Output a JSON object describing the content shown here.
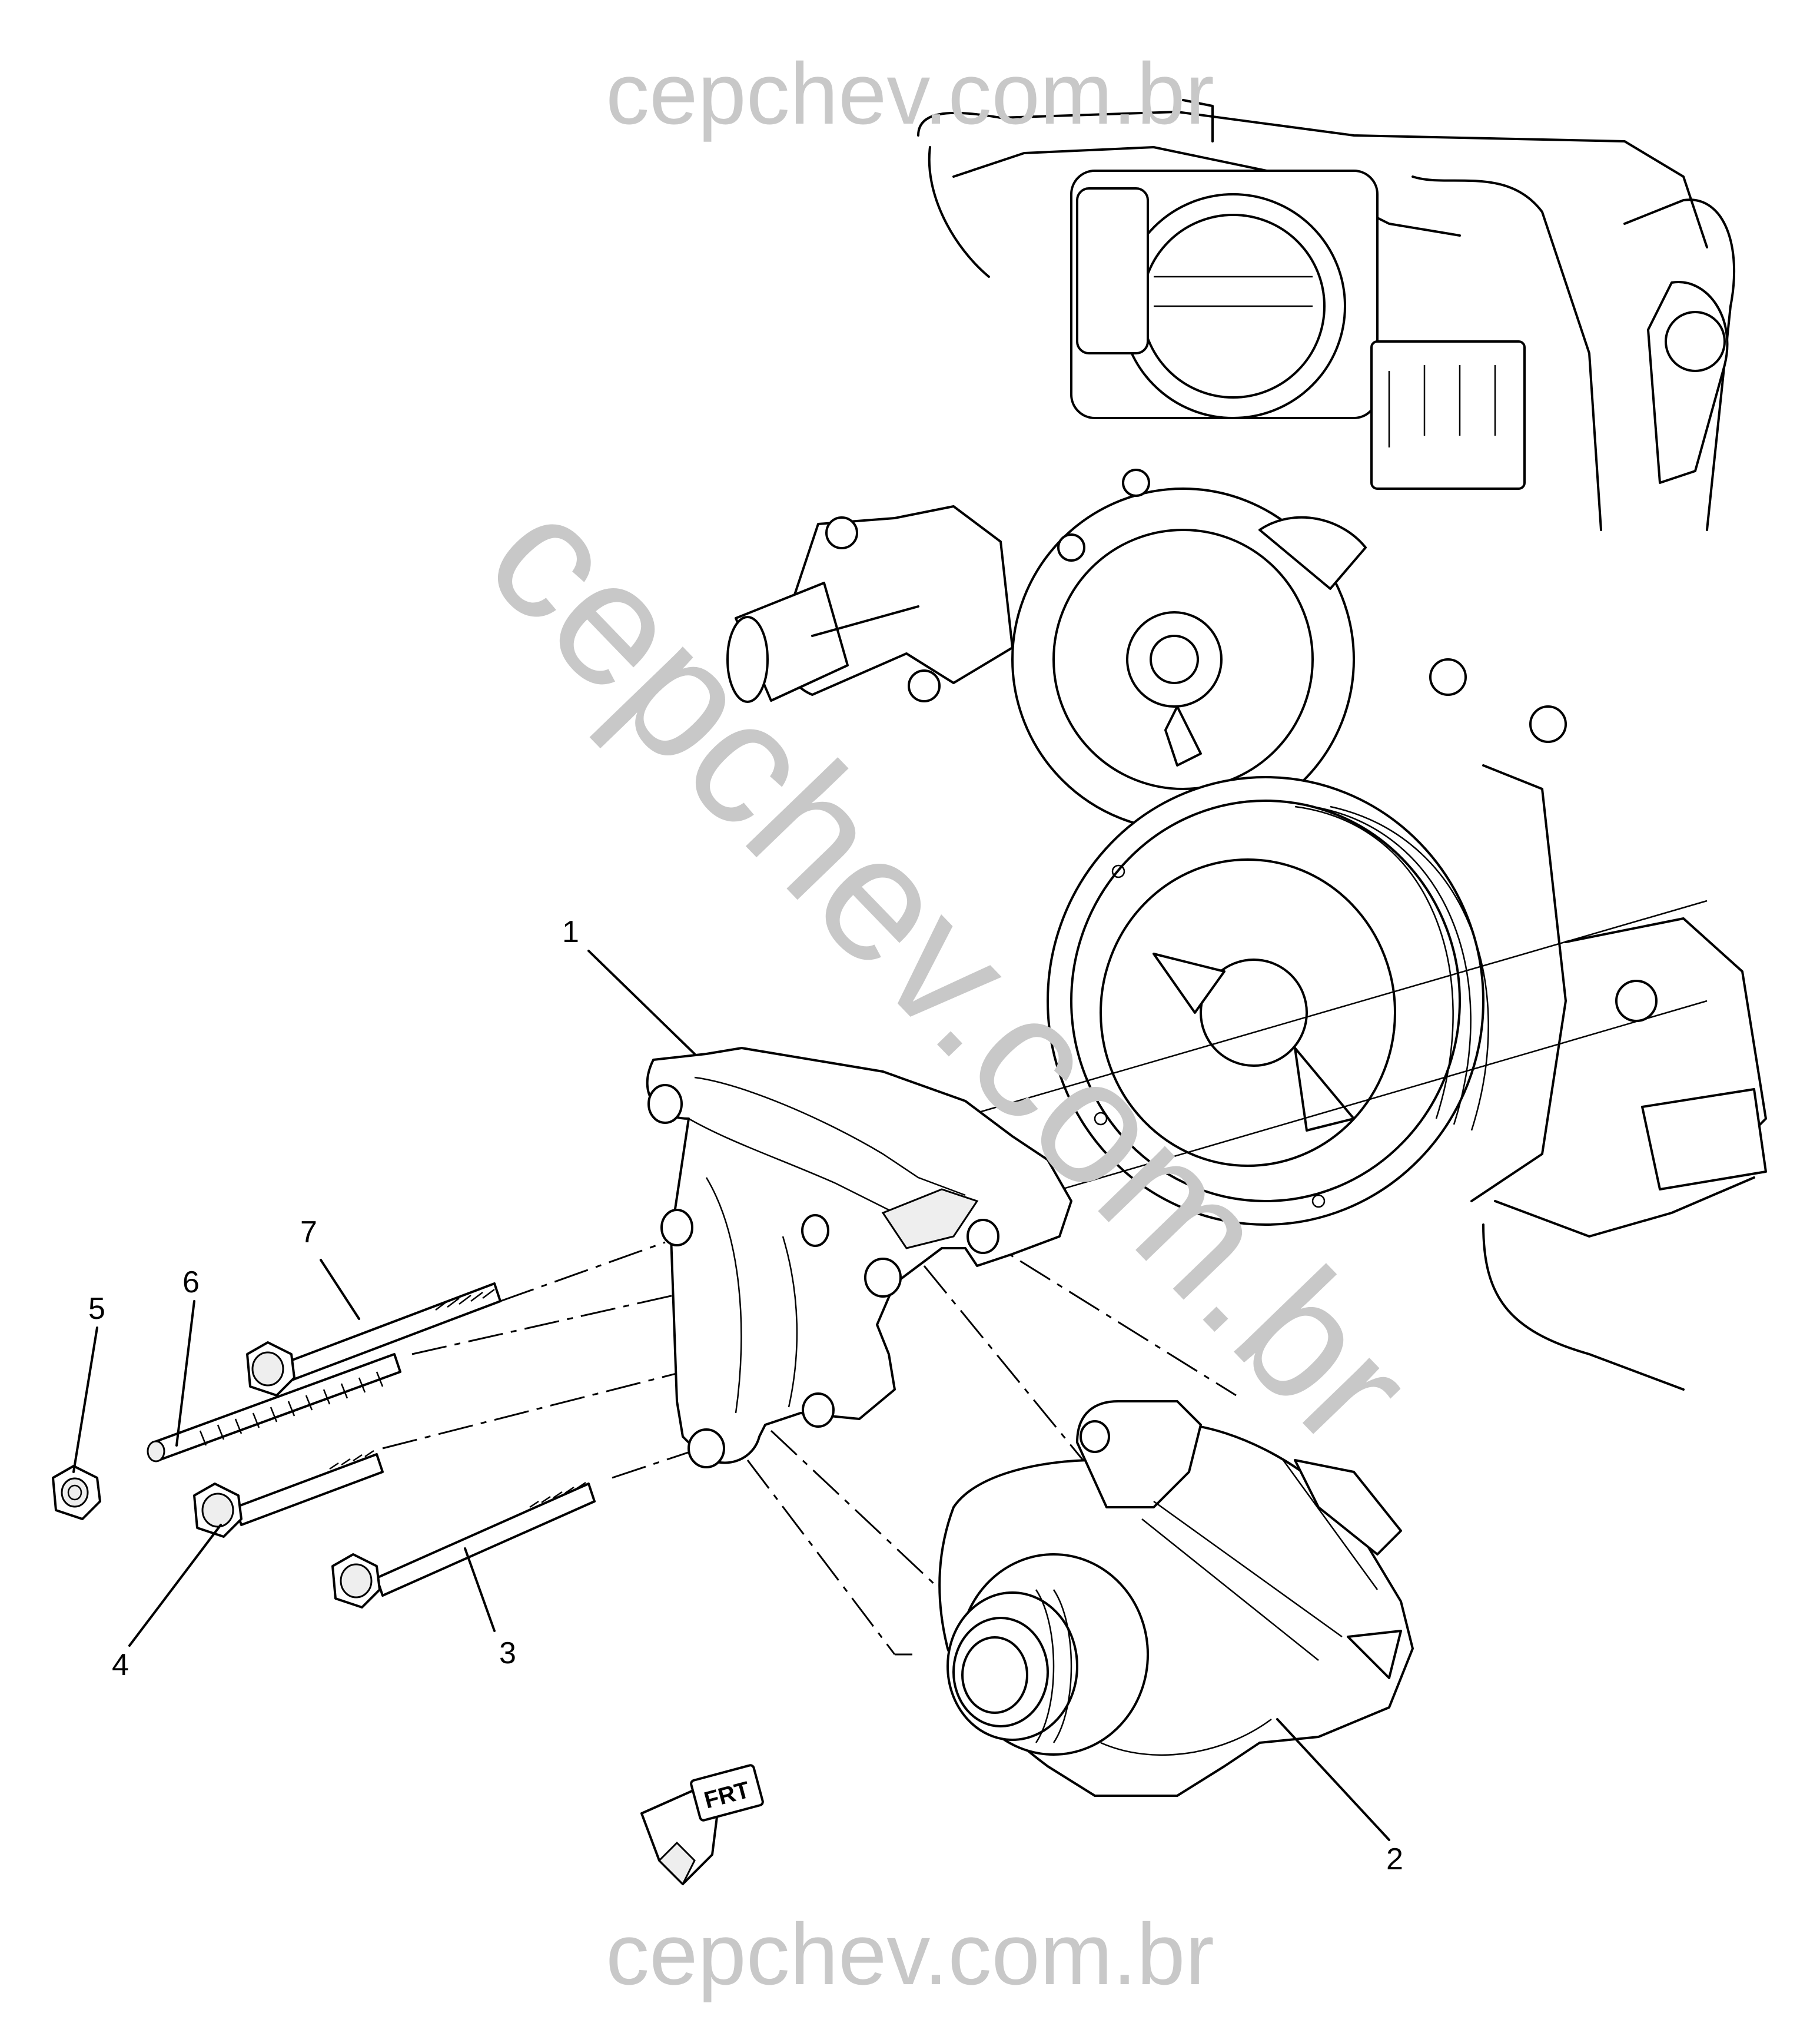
{
  "watermarks": {
    "top": "cepchev.com.br",
    "diagonal": "cepchev.com.br",
    "bottom": "cepchev.com.br"
  },
  "callouts": [
    {
      "id": "1",
      "part": "bracket"
    },
    {
      "id": "2",
      "part": "generator"
    },
    {
      "id": "3",
      "part": "long-bolt"
    },
    {
      "id": "4",
      "part": "flange-bolt"
    },
    {
      "id": "5",
      "part": "nut"
    },
    {
      "id": "6",
      "part": "stud"
    },
    {
      "id": "7",
      "part": "upper-bolt"
    }
  ],
  "front_indicator": {
    "label": "FRT"
  }
}
